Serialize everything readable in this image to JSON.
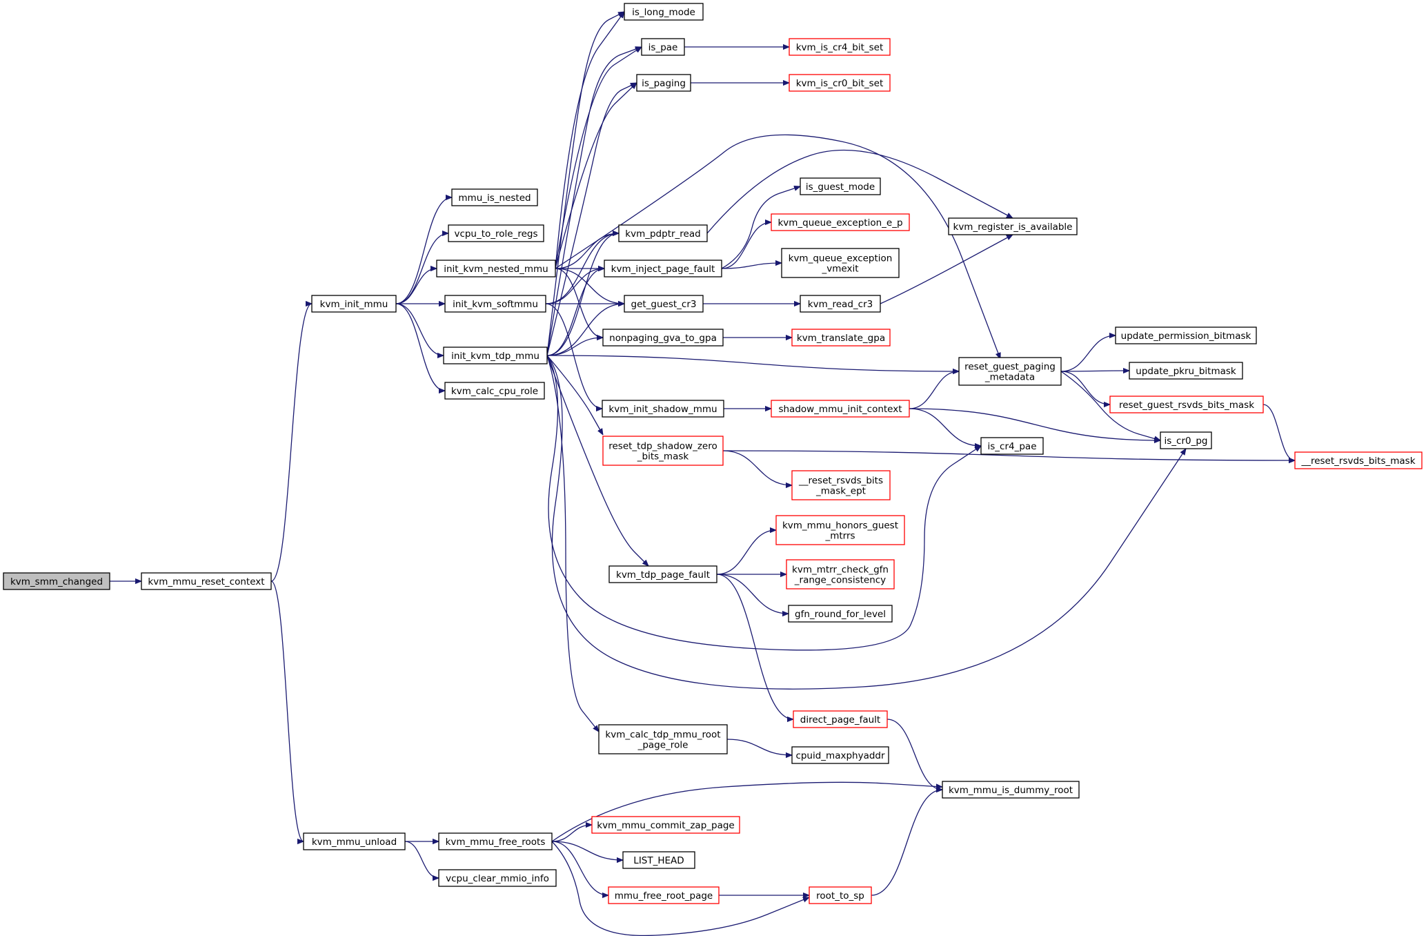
{
  "colors": {
    "edge": "#191970",
    "node_border": "#000000",
    "node_border_external": "#ff0000",
    "root_fill": "#bfbfbf",
    "node_fill": "#ffffff"
  },
  "nodes": [
    {
      "id": "kvm_smm_changed",
      "lines": [
        "kvm_smm_changed"
      ],
      "style": "root"
    },
    {
      "id": "kvm_mmu_reset_context",
      "lines": [
        "kvm_mmu_reset_context"
      ],
      "style": "normal"
    },
    {
      "id": "kvm_init_mmu",
      "lines": [
        "kvm_init_mmu"
      ],
      "style": "normal"
    },
    {
      "id": "kvm_mmu_unload",
      "lines": [
        "kvm_mmu_unload"
      ],
      "style": "normal"
    },
    {
      "id": "mmu_is_nested",
      "lines": [
        "mmu_is_nested"
      ],
      "style": "normal"
    },
    {
      "id": "vcpu_to_role_regs",
      "lines": [
        "vcpu_to_role_regs"
      ],
      "style": "normal"
    },
    {
      "id": "init_kvm_nested_mmu",
      "lines": [
        "init_kvm_nested_mmu"
      ],
      "style": "normal"
    },
    {
      "id": "init_kvm_softmmu",
      "lines": [
        "init_kvm_softmmu"
      ],
      "style": "normal"
    },
    {
      "id": "init_kvm_tdp_mmu",
      "lines": [
        "init_kvm_tdp_mmu"
      ],
      "style": "normal"
    },
    {
      "id": "kvm_calc_cpu_role",
      "lines": [
        "kvm_calc_cpu_role"
      ],
      "style": "normal"
    },
    {
      "id": "is_long_mode",
      "lines": [
        "is_long_mode"
      ],
      "style": "normal"
    },
    {
      "id": "is_pae",
      "lines": [
        "is_pae"
      ],
      "style": "normal"
    },
    {
      "id": "is_paging",
      "lines": [
        "is_paging"
      ],
      "style": "normal"
    },
    {
      "id": "kvm_is_cr4_bit_set",
      "lines": [
        "kvm_is_cr4_bit_set"
      ],
      "style": "external"
    },
    {
      "id": "kvm_is_cr0_bit_set",
      "lines": [
        "kvm_is_cr0_bit_set"
      ],
      "style": "external"
    },
    {
      "id": "kvm_pdptr_read",
      "lines": [
        "kvm_pdptr_read"
      ],
      "style": "normal"
    },
    {
      "id": "kvm_inject_page_fault",
      "lines": [
        "kvm_inject_page_fault"
      ],
      "style": "normal"
    },
    {
      "id": "get_guest_cr3",
      "lines": [
        "get_guest_cr3"
      ],
      "style": "normal"
    },
    {
      "id": "nonpaging_gva_to_gpa",
      "lines": [
        "nonpaging_gva_to_gpa"
      ],
      "style": "normal"
    },
    {
      "id": "is_guest_mode",
      "lines": [
        "is_guest_mode"
      ],
      "style": "normal"
    },
    {
      "id": "kvm_queue_exception_e_p",
      "lines": [
        "kvm_queue_exception_e_p"
      ],
      "style": "external"
    },
    {
      "id": "kvm_queue_exception_vmexit",
      "lines": [
        "kvm_queue_exception",
        "_vmexit"
      ],
      "style": "normal"
    },
    {
      "id": "kvm_read_cr3",
      "lines": [
        "kvm_read_cr3"
      ],
      "style": "normal"
    },
    {
      "id": "kvm_translate_gpa",
      "lines": [
        "kvm_translate_gpa"
      ],
      "style": "external"
    },
    {
      "id": "kvm_register_is_available",
      "lines": [
        "kvm_register_is_available"
      ],
      "style": "normal"
    },
    {
      "id": "reset_guest_paging_metadata",
      "lines": [
        "reset_guest_paging",
        "_metadata"
      ],
      "style": "normal"
    },
    {
      "id": "update_permission_bitmask",
      "lines": [
        "update_permission_bitmask"
      ],
      "style": "normal"
    },
    {
      "id": "update_pkru_bitmask",
      "lines": [
        "update_pkru_bitmask"
      ],
      "style": "normal"
    },
    {
      "id": "reset_guest_rsvds_bits_mask",
      "lines": [
        "reset_guest_rsvds_bits_mask"
      ],
      "style": "external"
    },
    {
      "id": "is_cr0_pg",
      "lines": [
        "is_cr0_pg"
      ],
      "style": "normal"
    },
    {
      "id": "__reset_rsvds_bits_mask",
      "lines": [
        "__reset_rsvds_bits_mask"
      ],
      "style": "external"
    },
    {
      "id": "kvm_init_shadow_mmu",
      "lines": [
        "kvm_init_shadow_mmu"
      ],
      "style": "normal"
    },
    {
      "id": "shadow_mmu_init_context",
      "lines": [
        "shadow_mmu_init_context"
      ],
      "style": "external"
    },
    {
      "id": "is_cr4_pae",
      "lines": [
        "is_cr4_pae"
      ],
      "style": "normal"
    },
    {
      "id": "reset_tdp_shadow_zero_bits_mask",
      "lines": [
        "reset_tdp_shadow_zero",
        "_bits_mask"
      ],
      "style": "external"
    },
    {
      "id": "__reset_rsvds_bits_mask_ept",
      "lines": [
        "__reset_rsvds_bits",
        "_mask_ept"
      ],
      "style": "external"
    },
    {
      "id": "kvm_mmu_honors_guest_mtrrs",
      "lines": [
        "kvm_mmu_honors_guest",
        "_mtrrs"
      ],
      "style": "external"
    },
    {
      "id": "kvm_tdp_page_fault",
      "lines": [
        "kvm_tdp_page_fault"
      ],
      "style": "normal"
    },
    {
      "id": "kvm_mtrr_check_gfn_range_consistency",
      "lines": [
        "kvm_mtrr_check_gfn",
        "_range_consistency"
      ],
      "style": "external"
    },
    {
      "id": "gfn_round_for_level",
      "lines": [
        "gfn_round_for_level"
      ],
      "style": "normal"
    },
    {
      "id": "direct_page_fault",
      "lines": [
        "direct_page_fault"
      ],
      "style": "external"
    },
    {
      "id": "kvm_calc_tdp_mmu_root_page_role",
      "lines": [
        "kvm_calc_tdp_mmu_root",
        "_page_role"
      ],
      "style": "normal"
    },
    {
      "id": "cpuid_maxphyaddr",
      "lines": [
        "cpuid_maxphyaddr"
      ],
      "style": "normal"
    },
    {
      "id": "kvm_mmu_is_dummy_root",
      "lines": [
        "kvm_mmu_is_dummy_root"
      ],
      "style": "normal"
    },
    {
      "id": "kvm_mmu_free_roots",
      "lines": [
        "kvm_mmu_free_roots"
      ],
      "style": "normal"
    },
    {
      "id": "vcpu_clear_mmio_info",
      "lines": [
        "vcpu_clear_mmio_info"
      ],
      "style": "normal"
    },
    {
      "id": "kvm_mmu_commit_zap_page",
      "lines": [
        "kvm_mmu_commit_zap_page"
      ],
      "style": "external"
    },
    {
      "id": "LIST_HEAD",
      "lines": [
        "LIST_HEAD"
      ],
      "style": "normal"
    },
    {
      "id": "mmu_free_root_page",
      "lines": [
        "mmu_free_root_page"
      ],
      "style": "external"
    },
    {
      "id": "root_to_sp",
      "lines": [
        "root_to_sp"
      ],
      "style": "external"
    }
  ],
  "edges": [
    [
      "kvm_smm_changed",
      "kvm_mmu_reset_context"
    ],
    [
      "kvm_mmu_reset_context",
      "kvm_init_mmu"
    ],
    [
      "kvm_mmu_reset_context",
      "kvm_mmu_unload"
    ],
    [
      "kvm_init_mmu",
      "mmu_is_nested"
    ],
    [
      "kvm_init_mmu",
      "vcpu_to_role_regs"
    ],
    [
      "kvm_init_mmu",
      "init_kvm_nested_mmu"
    ],
    [
      "kvm_init_mmu",
      "init_kvm_softmmu"
    ],
    [
      "kvm_init_mmu",
      "init_kvm_tdp_mmu"
    ],
    [
      "kvm_init_mmu",
      "kvm_calc_cpu_role"
    ],
    [
      "init_kvm_nested_mmu",
      "is_long_mode"
    ],
    [
      "init_kvm_nested_mmu",
      "is_pae"
    ],
    [
      "init_kvm_nested_mmu",
      "is_paging"
    ],
    [
      "init_kvm_nested_mmu",
      "kvm_pdptr_read"
    ],
    [
      "init_kvm_nested_mmu",
      "kvm_inject_page_fault"
    ],
    [
      "init_kvm_nested_mmu",
      "get_guest_cr3"
    ],
    [
      "init_kvm_nested_mmu",
      "nonpaging_gva_to_gpa"
    ],
    [
      "init_kvm_nested_mmu",
      "reset_guest_paging_metadata"
    ],
    [
      "init_kvm_softmmu",
      "kvm_pdptr_read"
    ],
    [
      "init_kvm_softmmu",
      "kvm_inject_page_fault"
    ],
    [
      "init_kvm_softmmu",
      "get_guest_cr3"
    ],
    [
      "init_kvm_softmmu",
      "kvm_init_shadow_mmu"
    ],
    [
      "init_kvm_tdp_mmu",
      "is_long_mode"
    ],
    [
      "init_kvm_tdp_mmu",
      "is_pae"
    ],
    [
      "init_kvm_tdp_mmu",
      "is_paging"
    ],
    [
      "init_kvm_tdp_mmu",
      "kvm_pdptr_read"
    ],
    [
      "init_kvm_tdp_mmu",
      "kvm_inject_page_fault"
    ],
    [
      "init_kvm_tdp_mmu",
      "get_guest_cr3"
    ],
    [
      "init_kvm_tdp_mmu",
      "nonpaging_gva_to_gpa"
    ],
    [
      "init_kvm_tdp_mmu",
      "reset_guest_paging_metadata"
    ],
    [
      "init_kvm_tdp_mmu",
      "reset_tdp_shadow_zero_bits_mask"
    ],
    [
      "init_kvm_tdp_mmu",
      "kvm_tdp_page_fault"
    ],
    [
      "init_kvm_tdp_mmu",
      "kvm_calc_tdp_mmu_root_page_role"
    ],
    [
      "init_kvm_tdp_mmu",
      "is_cr4_pae"
    ],
    [
      "init_kvm_tdp_mmu",
      "is_cr0_pg"
    ],
    [
      "is_pae",
      "kvm_is_cr4_bit_set"
    ],
    [
      "is_paging",
      "kvm_is_cr0_bit_set"
    ],
    [
      "kvm_pdptr_read",
      "kvm_register_is_available"
    ],
    [
      "kvm_inject_page_fault",
      "is_guest_mode"
    ],
    [
      "kvm_inject_page_fault",
      "kvm_queue_exception_e_p"
    ],
    [
      "kvm_inject_page_fault",
      "kvm_queue_exception_vmexit"
    ],
    [
      "get_guest_cr3",
      "kvm_read_cr3"
    ],
    [
      "kvm_read_cr3",
      "kvm_register_is_available"
    ],
    [
      "nonpaging_gva_to_gpa",
      "kvm_translate_gpa"
    ],
    [
      "reset_guest_paging_metadata",
      "update_permission_bitmask"
    ],
    [
      "reset_guest_paging_metadata",
      "update_pkru_bitmask"
    ],
    [
      "reset_guest_paging_metadata",
      "reset_guest_rsvds_bits_mask"
    ],
    [
      "reset_guest_paging_metadata",
      "is_cr0_pg"
    ],
    [
      "reset_guest_rsvds_bits_mask",
      "__reset_rsvds_bits_mask"
    ],
    [
      "kvm_init_shadow_mmu",
      "shadow_mmu_init_context"
    ],
    [
      "shadow_mmu_init_context",
      "reset_guest_paging_metadata"
    ],
    [
      "shadow_mmu_init_context",
      "is_cr4_pae"
    ],
    [
      "shadow_mmu_init_context",
      "is_cr0_pg"
    ],
    [
      "reset_tdp_shadow_zero_bits_mask",
      "__reset_rsvds_bits_mask"
    ],
    [
      "reset_tdp_shadow_zero_bits_mask",
      "__reset_rsvds_bits_mask_ept"
    ],
    [
      "kvm_tdp_page_fault",
      "kvm_mmu_honors_guest_mtrrs"
    ],
    [
      "kvm_tdp_page_fault",
      "kvm_mtrr_check_gfn_range_consistency"
    ],
    [
      "kvm_tdp_page_fault",
      "gfn_round_for_level"
    ],
    [
      "kvm_tdp_page_fault",
      "direct_page_fault"
    ],
    [
      "direct_page_fault",
      "kvm_mmu_is_dummy_root"
    ],
    [
      "kvm_calc_tdp_mmu_root_page_role",
      "cpuid_maxphyaddr"
    ],
    [
      "kvm_mmu_unload",
      "kvm_mmu_free_roots"
    ],
    [
      "kvm_mmu_unload",
      "vcpu_clear_mmio_info"
    ],
    [
      "kvm_mmu_free_roots",
      "kvm_mmu_is_dummy_root"
    ],
    [
      "kvm_mmu_free_roots",
      "kvm_mmu_commit_zap_page"
    ],
    [
      "kvm_mmu_free_roots",
      "LIST_HEAD"
    ],
    [
      "kvm_mmu_free_roots",
      "mmu_free_root_page"
    ],
    [
      "kvm_mmu_free_roots",
      "root_to_sp"
    ],
    [
      "mmu_free_root_page",
      "root_to_sp"
    ],
    [
      "root_to_sp",
      "kvm_mmu_is_dummy_root"
    ]
  ]
}
